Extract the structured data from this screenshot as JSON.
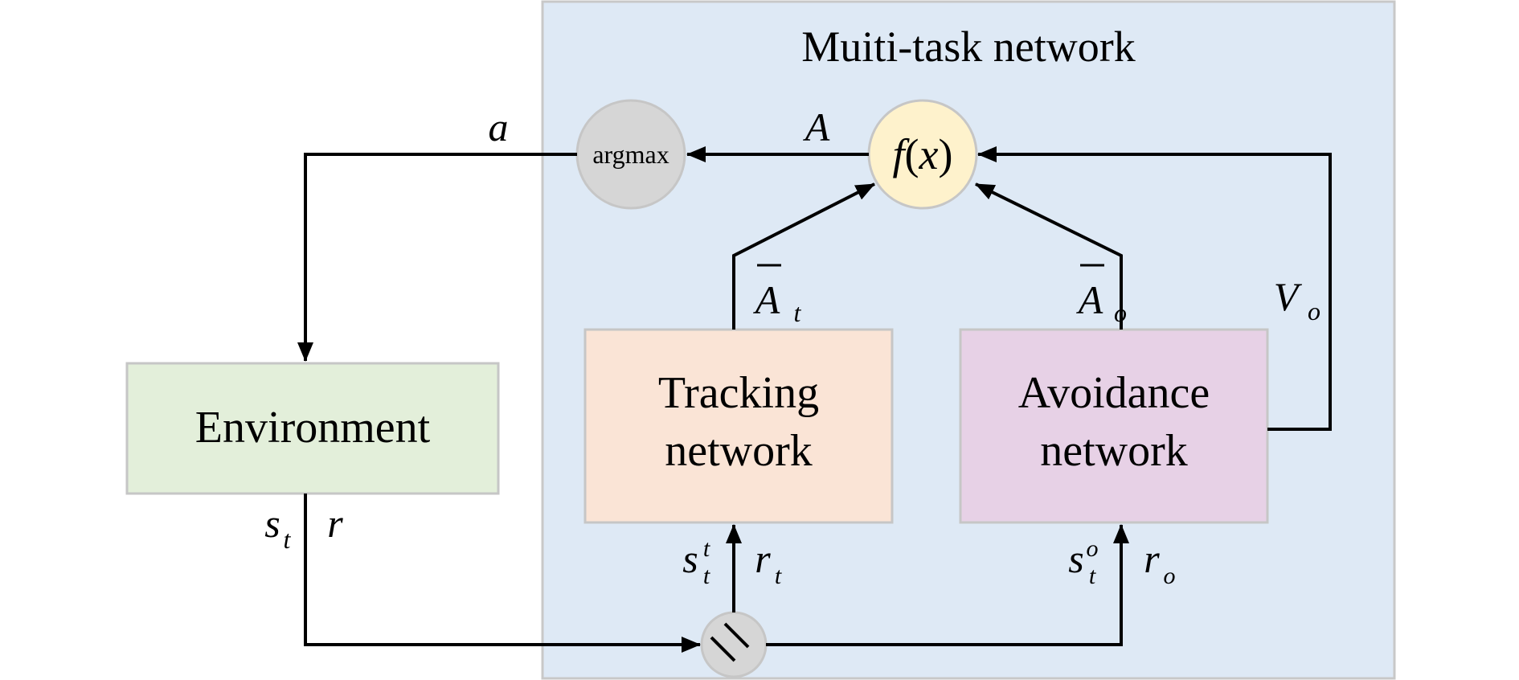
{
  "title": "Muiti-task network",
  "colors": {
    "panel_fill": "#dee9f5",
    "panel_stroke": "#c8c8c8",
    "environment_fill": "#e3efda",
    "tracking_fill": "#fae4d6",
    "avoidance_fill": "#e7d1e6",
    "fx_fill": "#fef2cc",
    "argmax_fill": "#d6d6d6",
    "node_stroke": "#c6c6c6",
    "arrow": "#000000"
  },
  "nodes": {
    "environment": {
      "label": "Environment"
    },
    "tracking": {
      "line1": "Tracking",
      "line2": "network"
    },
    "avoidance": {
      "line1": "Avoidance",
      "line2": "network"
    },
    "argmax": {
      "label": "argmax"
    },
    "fx": {
      "f": "f",
      "open": "(",
      "x": "x",
      "close": ")"
    },
    "concat": {
      "icon": "concat-icon"
    }
  },
  "labels": {
    "a": "a",
    "A": "A",
    "At_base": "A",
    "At_sub": "t",
    "Ao_base": "A",
    "Ao_sub": "o",
    "Vo_base": "V",
    "Vo_sub": "o",
    "st_base": "s",
    "st_sub": "t",
    "r": "r",
    "stt_base": "s",
    "stt_sup": "t",
    "stt_sub": "t",
    "rt_base": "r",
    "rt_sub": "t",
    "sto_base": "s",
    "sto_sup": "o",
    "sto_sub": "t",
    "ro_base": "r",
    "ro_sub": "o"
  }
}
